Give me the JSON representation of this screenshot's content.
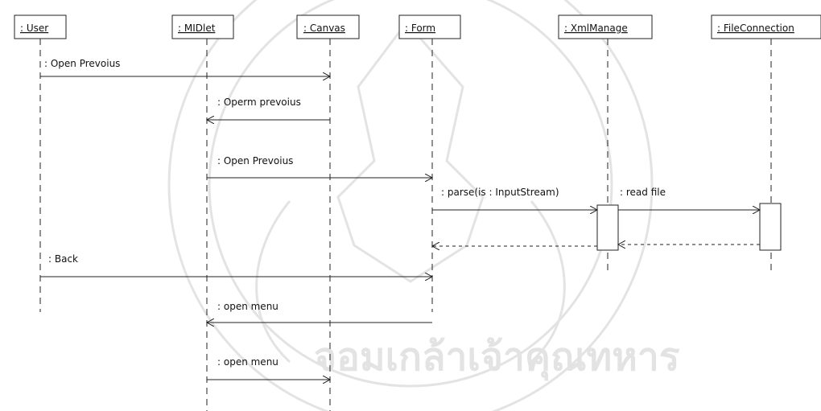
{
  "diagram": {
    "lifelines": [
      {
        "id": "user",
        "label": ": User"
      },
      {
        "id": "midlet",
        "label": ": MIDlet"
      },
      {
        "id": "canvas",
        "label": ": Canvas"
      },
      {
        "id": "form",
        "label": ": Form"
      },
      {
        "id": "xmlmanage",
        "label": ": XmlManage"
      },
      {
        "id": "fileconnection",
        "label": ": FileConnection"
      }
    ],
    "messages": [
      {
        "id": "m1",
        "label": ": Open Prevoius"
      },
      {
        "id": "m2",
        "label": ": Operm prevoius"
      },
      {
        "id": "m3",
        "label": ": Open Prevoius"
      },
      {
        "id": "m4",
        "label": ": parse(is : InputStream)"
      },
      {
        "id": "m5",
        "label": ": read file"
      },
      {
        "id": "m6",
        "label": ""
      },
      {
        "id": "m7",
        "label": ""
      },
      {
        "id": "m8",
        "label": ": Back"
      },
      {
        "id": "m9",
        "label": ": open menu"
      },
      {
        "id": "m10",
        "label": ": open menu"
      }
    ],
    "watermark": {
      "text": "จอมเกล้าเจ้าคุณทหาร"
    }
  }
}
